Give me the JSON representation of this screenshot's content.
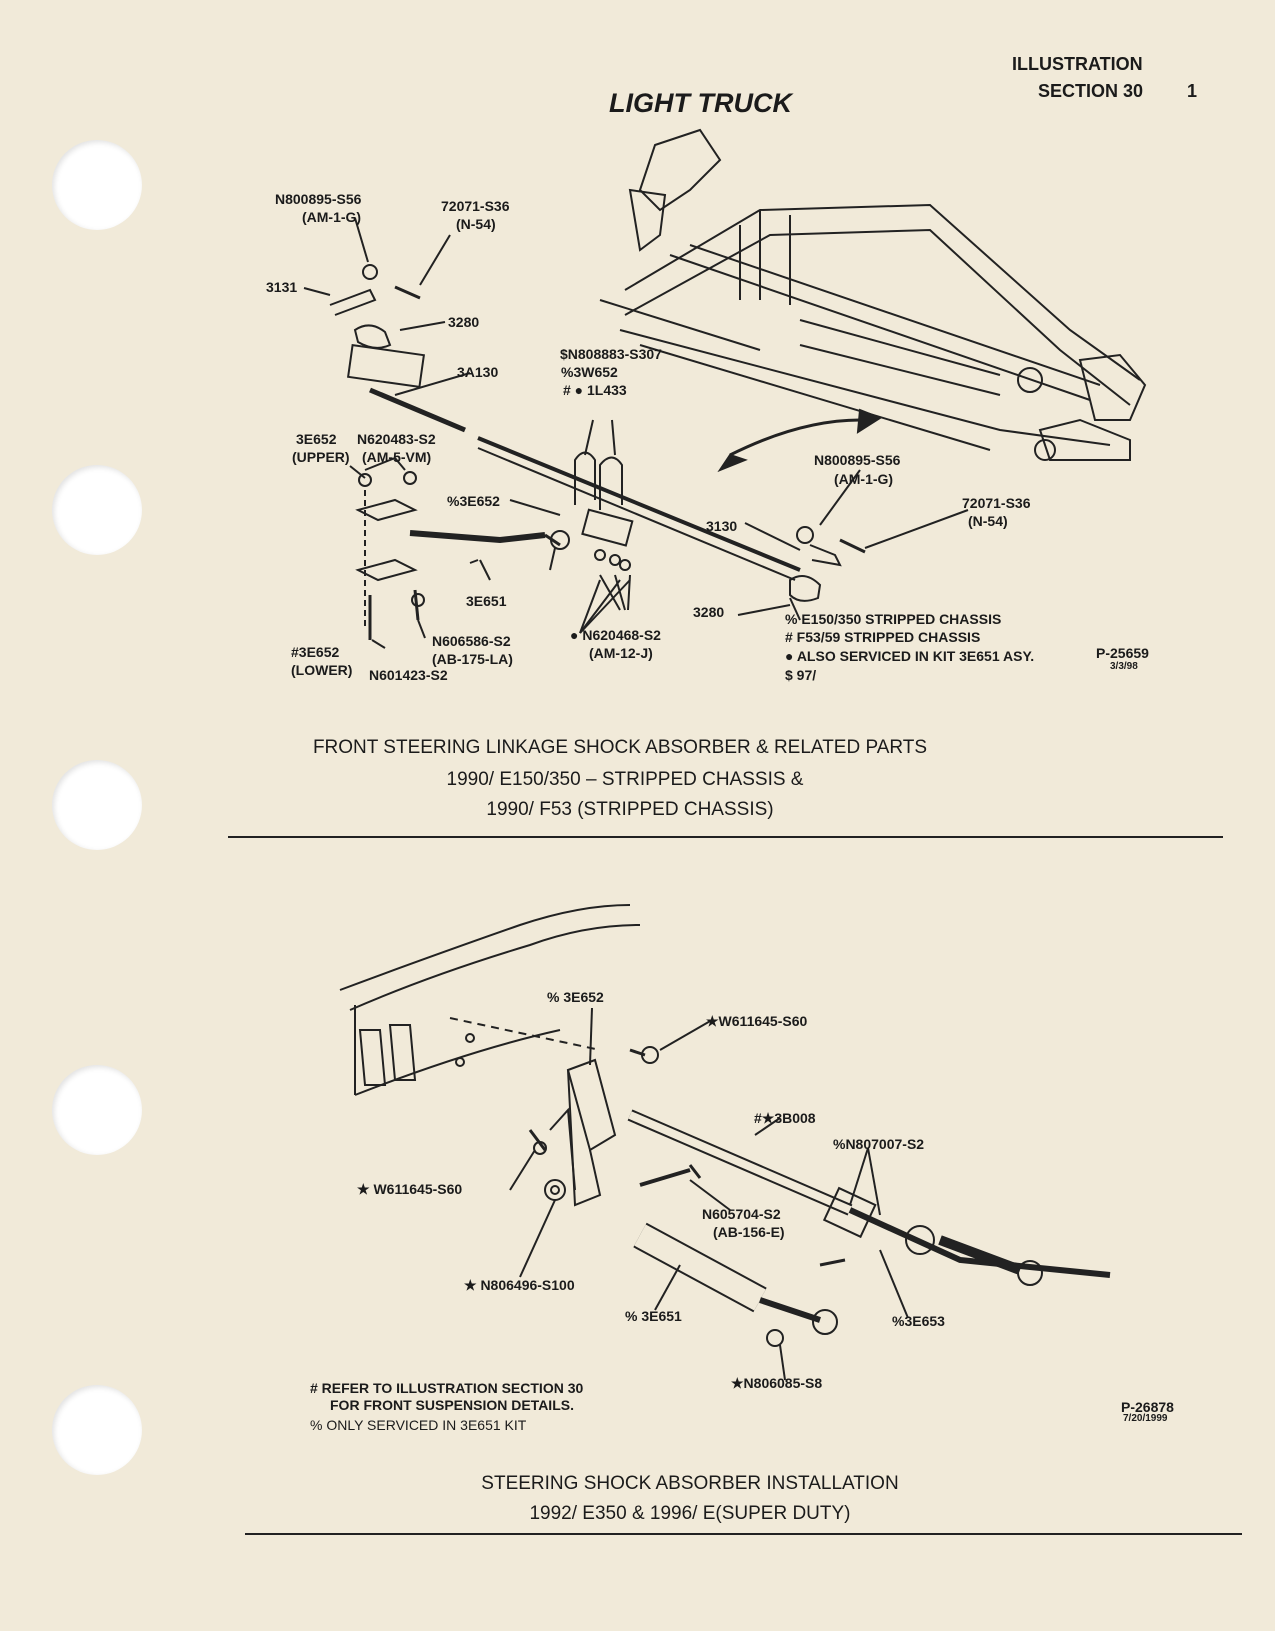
{
  "header": {
    "illustration": "ILLUSTRATION",
    "section": "SECTION 30",
    "page_number": "1",
    "title": "LIGHT TRUCK"
  },
  "diagram1": {
    "labels": {
      "n800895_top": "N800895-S56",
      "am1g_top": "(AM-1-G)",
      "s72071_top": "72071-S36",
      "n54_top": "(N-54)",
      "p3131": "3131",
      "p3280_top": "3280",
      "p3a130": "3A130",
      "n808883": "$N808883-S307",
      "w3652": "%3W652",
      "l1433": "# ● 1L433",
      "p3e652_upper": "3E652",
      "upper": "(UPPER)",
      "n620483": "N620483-S2",
      "am5vm": "(AM-5-VM)",
      "pct3e652": "%3E652",
      "n800895_right": "N800895-S56",
      "am1g_right": "(AM-1-G)",
      "s72071_right": "72071-S36",
      "n54_right": "(N-54)",
      "p3130": "3130",
      "p3e651": "3E651",
      "p3280_bottom": "3280",
      "h3e652_lower": "#3E652",
      "lower": "(LOWER)",
      "n606586": "N606586-S2",
      "ab175la": "(AB-175-LA)",
      "n601423": "N601423-S2",
      "n620468": "● N620468-S2",
      "am12j": "(AM-12-J)"
    },
    "legend": [
      "% E150/350 STRIPPED CHASSIS",
      "# F53/59 STRIPPED CHASSIS",
      "● ALSO SERVICED IN KIT 3E651 ASY.",
      "$ 97/"
    ],
    "ref_code": "P-25659",
    "ref_date": "3/3/98",
    "caption": [
      "FRONT STEERING LINKAGE SHOCK ABSORBER & RELATED PARTS",
      "1990/ E150/350 – STRIPPED CHASSIS &",
      "1990/ F53 (STRIPPED CHASSIS)"
    ]
  },
  "diagram2": {
    "labels": {
      "pct3e652": "% 3E652",
      "w611645_top": "★W611645-S60",
      "b3b008": "#★3B008",
      "n807007": "%N807007-S2",
      "w611645_left": "★ W611645-S60",
      "n605704": "N605704-S2",
      "ab156e": "(AB-156-E)",
      "n806496": "★ N806496-S100",
      "pct3e651": "% 3E651",
      "pct3e653": "%3E653",
      "n806085": "★N806085-S8"
    },
    "notes": [
      "# REFER TO ILLUSTRATION SECTION 30",
      "FOR FRONT SUSPENSION DETAILS.",
      "% ONLY SERVICED IN 3E651 KIT"
    ],
    "ref_code": "P-26878",
    "ref_date": "7/20/1999",
    "caption": [
      "STEERING SHOCK ABSORBER INSTALLATION",
      "1992/ E350 & 1996/ E(SUPER DUTY)"
    ]
  }
}
